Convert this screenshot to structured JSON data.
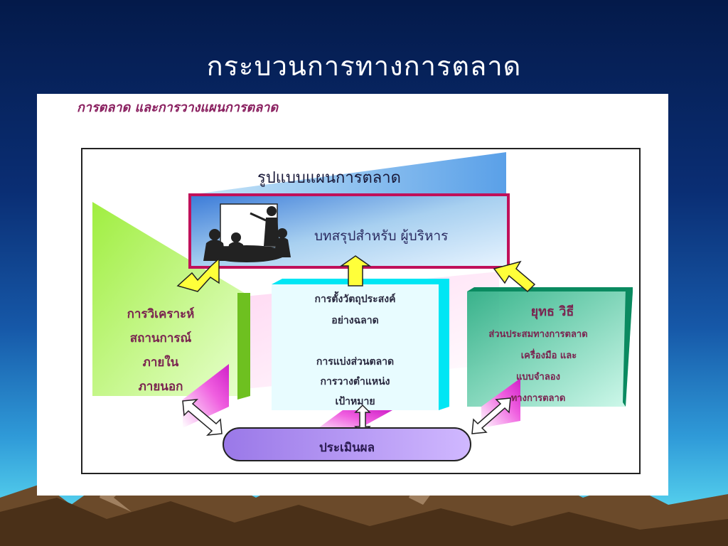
{
  "slide": {
    "title": "กระบวนการทางการตลาด"
  },
  "diagram": {
    "caption": "การตลาด และการวางแผนการตลาด",
    "plan_header": "รูปแบบแผนการตลาด",
    "executive_summary": "บทสรุปสำหรับ   ผู้บริหาร",
    "situation_analysis": [
      "การวิเคราะห์",
      "สถานการณ์",
      "ภายใน",
      "ภายนอก"
    ],
    "objectives": [
      "การตั้งวัตถุประสงค์",
      "อย่างฉลาด"
    ],
    "segmentation": [
      "การแบ่งส่วนตลาด",
      "การวางตำแหน่ง",
      "เป้าหมาย"
    ],
    "strategy": [
      "ยุทธ วิธี",
      "ส่วนประสมทางการตลาด",
      "เครื่องมือ  และ",
      "แบบจำลอง",
      "ทางการตลาด"
    ],
    "evaluation": "ประเมินผล"
  },
  "colors": {
    "accent_magenta": "#c0105a",
    "text_maroon": "#7a2450",
    "green_panel": "#9ae83a",
    "teal_panel": "#1aa57a",
    "cyan_panel": "#00e0f0",
    "evaluation_fill": "#b890f0",
    "arrow_yellow": "#ffff3a"
  },
  "icons": [
    "meeting-presentation-icon",
    "up-arrow-icon",
    "double-arrow-icon"
  ]
}
